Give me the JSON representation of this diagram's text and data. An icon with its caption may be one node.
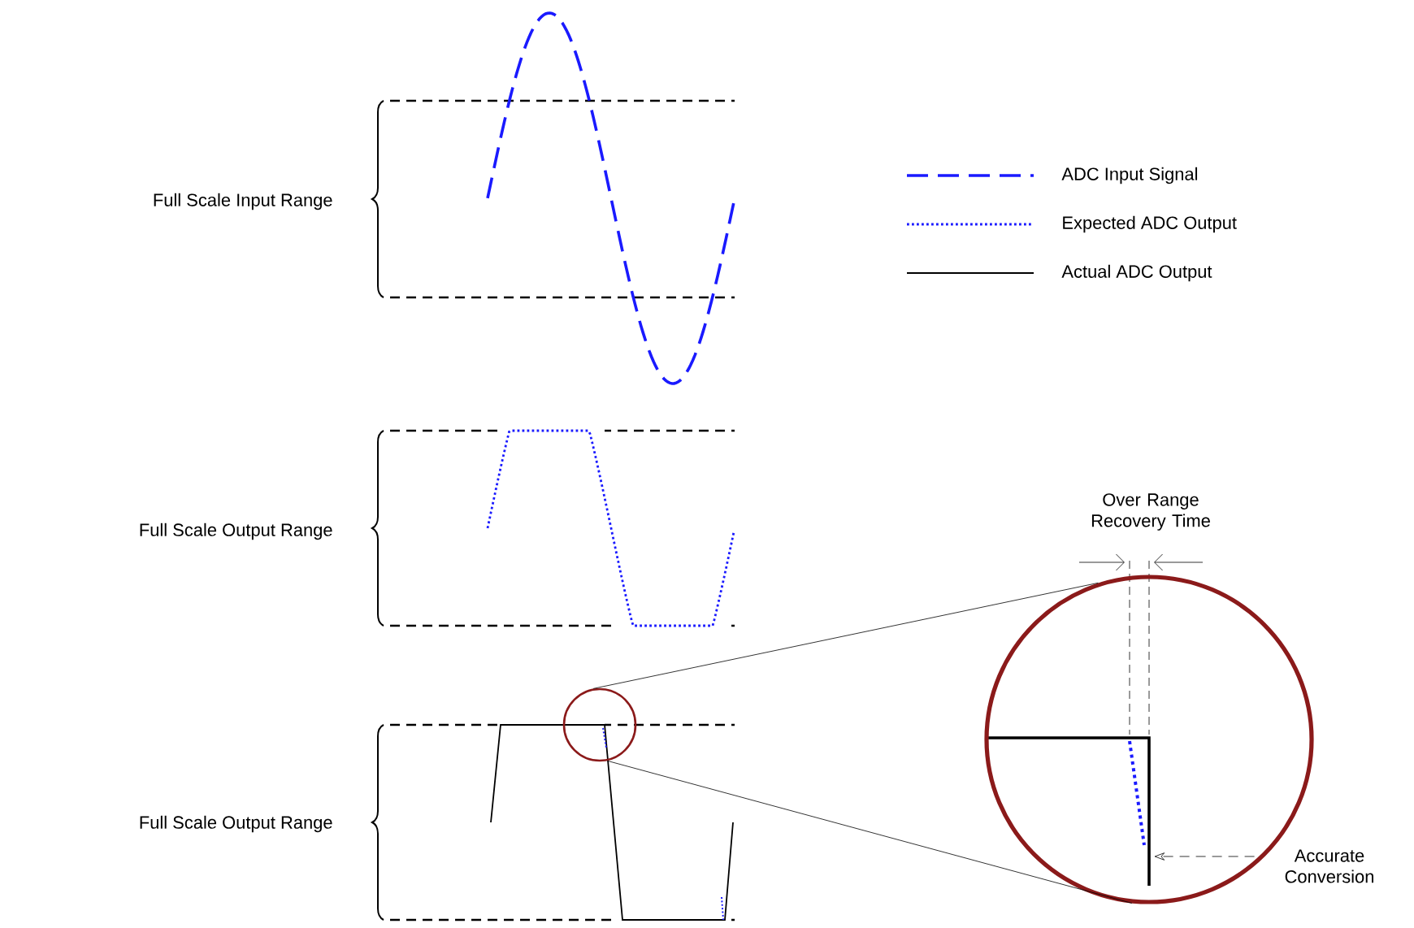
{
  "diagram": {
    "nodes": [
      {
        "text": [],
        "shape": "circle"
      },
      {
        "text": [],
        "shape": "circle"
      },
      {
        "text": [
          "Accurate Conversion"
        ]
      }
    ],
    "edges": [
      {
        "from": 0,
        "to": 1,
        "arrow": "none"
      },
      {
        "from": 0,
        "to": 1,
        "arrow": "none"
      },
      {
        "from": 2,
        "to": 1,
        "arrow": "to",
        "style": "dashed"
      }
    ],
    "labels": [
      "Full Scale Input Range",
      "Full Scale Output Range",
      "Full Scale Output Range",
      "Over Range Recovery Time"
    ],
    "legend": [
      {
        "text": "ADC Input Signal"
      },
      {
        "text": "Expected ADC Output"
      },
      {
        "text": "Actual ADC Output"
      }
    ]
  }
}
